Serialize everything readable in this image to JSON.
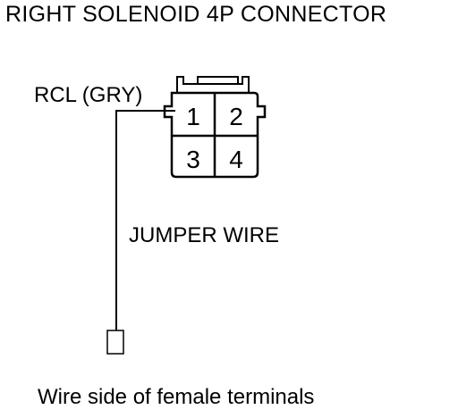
{
  "title": "RIGHT SOLENOID 4P CONNECTOR",
  "wire_label": "RCL (GRY)",
  "jumper_label": "JUMPER WIRE",
  "caption": "Wire side of female terminals",
  "connector": {
    "pins": [
      "1",
      "2",
      "3",
      "4"
    ]
  }
}
